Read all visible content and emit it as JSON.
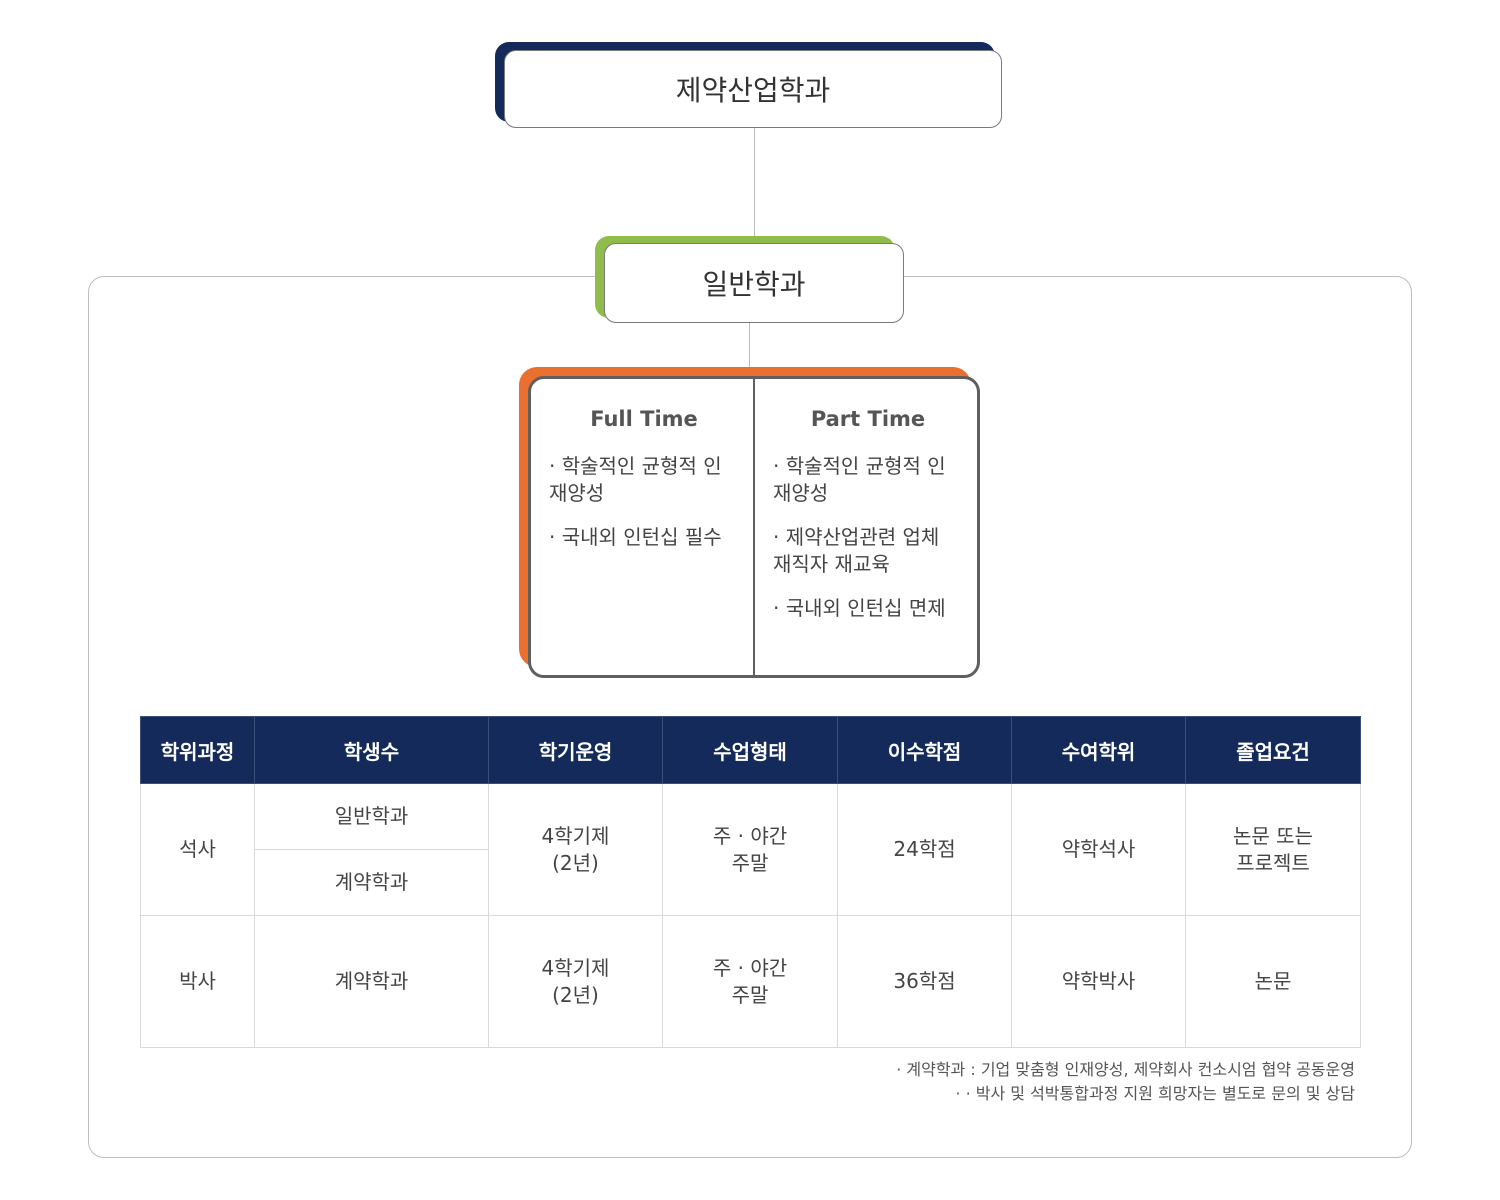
{
  "org": {
    "department": "제약산업학과",
    "program": "일반학과"
  },
  "tracks": {
    "full_time": {
      "title": "Full Time",
      "items": [
        "· 학술적인 균형적 인재양성",
        "· 국내외 인턴십 필수"
      ]
    },
    "part_time": {
      "title": "Part Time",
      "items": [
        "· 학술적인 균형적 인재양성",
        "· 제약산업관련 업체 재직자 재교육",
        "· 국내외 인턴십 면제"
      ]
    }
  },
  "table": {
    "headers": [
      "학위과정",
      "학생수",
      "학기운영",
      "수업형태",
      "이수학점",
      "수여학위",
      "졸업요건"
    ],
    "masters": {
      "degree": "석사",
      "students": [
        "일반학과",
        "계약학과"
      ],
      "semester": [
        "4학기제",
        "(2년)"
      ],
      "class_type": [
        "주 · 야간",
        "주말"
      ],
      "credits": "24학점",
      "awarded": "약학석사",
      "graduation": [
        "논문 또는",
        "프로젝트"
      ]
    },
    "doctoral": {
      "degree": "박사",
      "students": "계약학과",
      "semester": [
        "4학기제",
        "(2년)"
      ],
      "class_type": [
        "주 · 야간",
        "주말"
      ],
      "credits": "36학점",
      "awarded": "약학박사",
      "graduation": "논문"
    }
  },
  "notes": [
    "· 계약학과 : 기업 맞춤형 인재양성, 제약회사 컨소시엄 협약 공동운영",
    "· · 박사 및 석박통합과정 지원 희망자는 별도로 문의 및 상담"
  ],
  "colors": {
    "navy": "#132a5a",
    "green": "#8fbc4b",
    "orange": "#ea7030"
  }
}
